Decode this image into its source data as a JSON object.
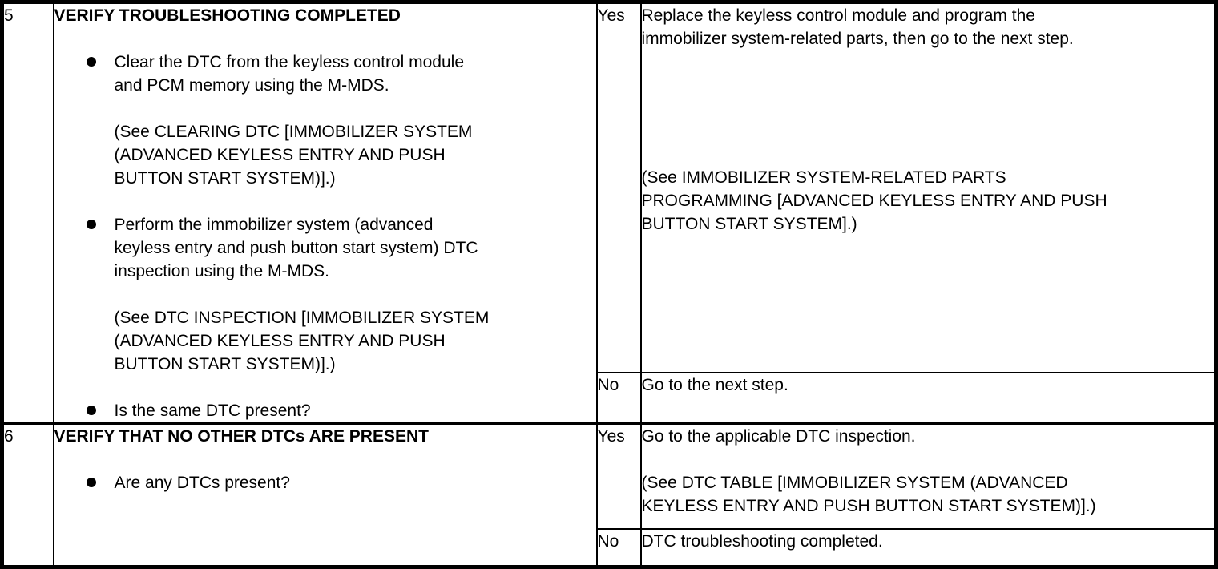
{
  "ui": {
    "ink_color": "#000000",
    "paper_color": "#ffffff"
  },
  "table": {
    "rows": [
      {
        "step": "5",
        "action": {
          "title": "VERIFY TROUBLESHOOTING COMPLETED",
          "bullets": [
            {
              "text": "Clear the DTC from the keyless control module\nand PCM memory using the M-MDS.",
              "note": "(See CLEARING DTC [IMMOBILIZER SYSTEM\n(ADVANCED KEYLESS ENTRY AND PUSH\nBUTTON START SYSTEM)].)"
            },
            {
              "text": "Perform the immobilizer system (advanced\nkeyless entry and push button start system) DTC\ninspection using the M-MDS.",
              "note": "(See DTC INSPECTION [IMMOBILIZER SYSTEM\n(ADVANCED KEYLESS ENTRY AND PUSH\nBUTTON START SYSTEM)].)"
            },
            {
              "text": "Is the same DTC present?"
            }
          ]
        },
        "outcomes": [
          {
            "label": "Yes",
            "text": "Replace the keyless control module and program the\nimmobilizer system-related parts, then go to the next step.",
            "note": "(See IMMOBILIZER SYSTEM-RELATED PARTS\nPROGRAMMING [ADVANCED KEYLESS ENTRY AND PUSH\nBUTTON START SYSTEM].)"
          },
          {
            "label": "No",
            "text": "Go to the next step."
          }
        ]
      },
      {
        "step": "6",
        "action": {
          "title": "VERIFY THAT NO OTHER DTCs ARE PRESENT",
          "bullets": [
            {
              "text": "Are any DTCs present?"
            }
          ]
        },
        "outcomes": [
          {
            "label": "Yes",
            "text": "Go to the applicable DTC inspection.",
            "note": "(See DTC TABLE [IMMOBILIZER SYSTEM (ADVANCED\nKEYLESS ENTRY AND PUSH BUTTON START SYSTEM)].)"
          },
          {
            "label": "No",
            "text": "DTC troubleshooting completed."
          }
        ]
      }
    ]
  }
}
